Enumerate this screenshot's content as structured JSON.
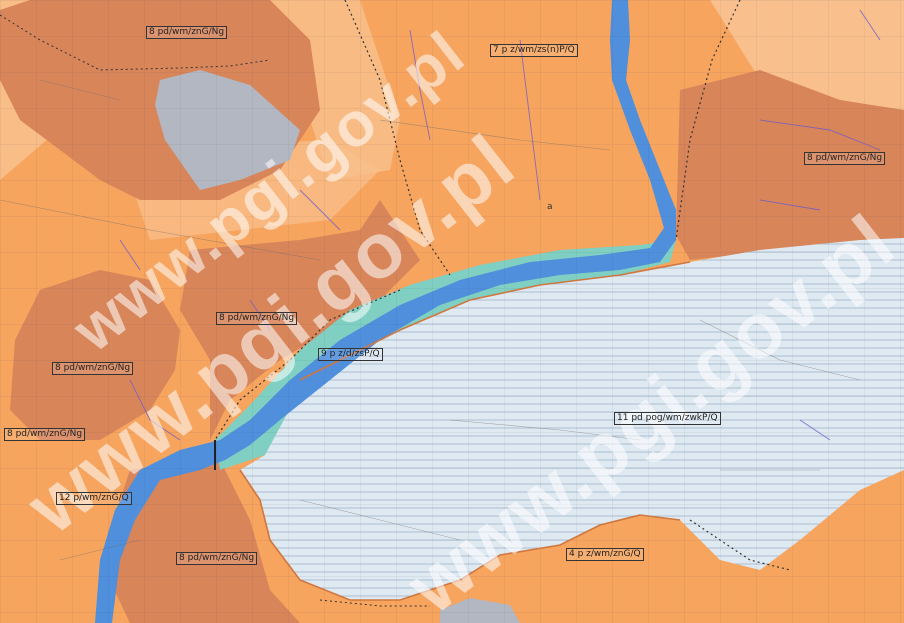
{
  "map": {
    "watermark": "www.pgi.gov.pl",
    "labels": [
      "8 pd/wm/znG/Ng",
      "7 p z/wm/zs(n)P/Q",
      "8 pd/wm/znG/Ng",
      "8 pd/wm/znG/Ng",
      "8 pd/wm/znG/Ng",
      "9 p z/d/zsP/Q",
      "8 pd/wm/znG/Ng",
      "11 pd pog/wm/zwkP/Q",
      "12 p/wm/znG/Q",
      "8 pd/wm/znG/Ng",
      "4 p z/wm/znG/Q"
    ],
    "letter_a": "a",
    "colors": {
      "orange": "#f6a45e",
      "light_orange": "#f9c08d",
      "brown": "#d8855a",
      "river": "#4f8fdc",
      "teal": "#7fd0c2",
      "light_blue": "#dfe9f2",
      "gray": "#b3b7c2"
    }
  }
}
